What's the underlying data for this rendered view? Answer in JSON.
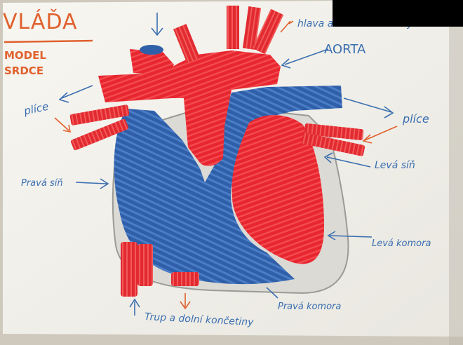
{
  "title": {
    "word": "VLÁĎA",
    "line1": "MODEL",
    "line2": "SRDCE"
  },
  "labels": {
    "head_limbs": "hlava a horní končetiny",
    "aorta": "AORTA",
    "lungs_left": "plíce",
    "lungs_right": "plíce",
    "right_atrium": "Pravá síň",
    "left_atrium": "Levá síň",
    "left_ventricle": "Levá komora",
    "right_ventricle": "Pravá komora",
    "trunk_lower_limbs": "Trup a dolní končetiny"
  },
  "colors": {
    "paper": "#f4f2ec",
    "oxygenated_red": "#e8262f",
    "deoxygenated_blue": "#2f5fa8",
    "ink_blue": "#3a6fb0",
    "marker_orange": "#e0612e"
  }
}
